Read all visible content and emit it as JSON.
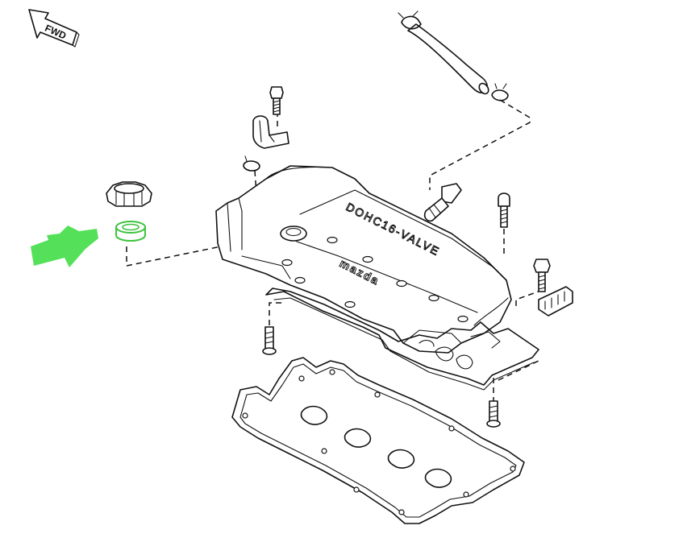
{
  "direction_label": "FWD",
  "cover_text_1": "DOHC",
  "cover_text_2": "16-VALVE",
  "cover_logo": "mazda",
  "highlight_color": "#55e05a"
}
